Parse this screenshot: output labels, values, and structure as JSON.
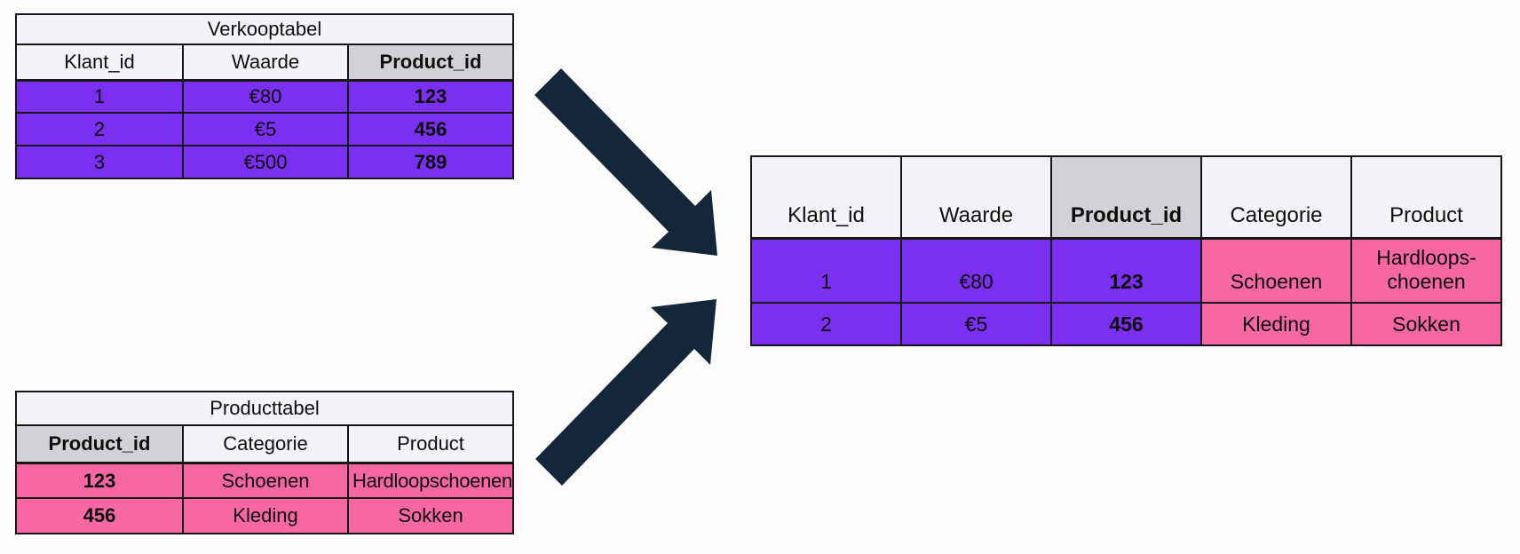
{
  "colors": {
    "purple": "#7b2ff0",
    "pink": "#f667a3",
    "header_light": "#f4f3f7",
    "header_gray": "#d2d1d5",
    "arrow_navy": "#13263a",
    "border": "#161616",
    "background": "#fdfcfa"
  },
  "sales_table": {
    "title": "Verkooptabel",
    "headers": [
      "Klant_id",
      "Waarde",
      "Product_id"
    ],
    "key_column": "Product_id",
    "rows": [
      [
        "1",
        "€80",
        "123"
      ],
      [
        "2",
        "€5",
        "456"
      ],
      [
        "3",
        "€500",
        "789"
      ]
    ]
  },
  "product_table": {
    "title": "Producttabel",
    "headers": [
      "Product_id",
      "Categorie",
      "Product"
    ],
    "key_column": "Product_id",
    "rows": [
      [
        "123",
        "Schoenen",
        "Hardloopschoenen"
      ],
      [
        "456",
        "Kleding",
        "Sokken"
      ]
    ]
  },
  "joined_table": {
    "headers": [
      "Klant_id",
      "Waarde",
      "Product_id",
      "Categorie",
      "Product"
    ],
    "key_column": "Product_id",
    "rows": [
      [
        "1",
        "€80",
        "123",
        "Schoenen",
        "Hardloops-\nchoenen"
      ],
      [
        "2",
        "€5",
        "456",
        "Kleding",
        "Sokken"
      ]
    ]
  }
}
